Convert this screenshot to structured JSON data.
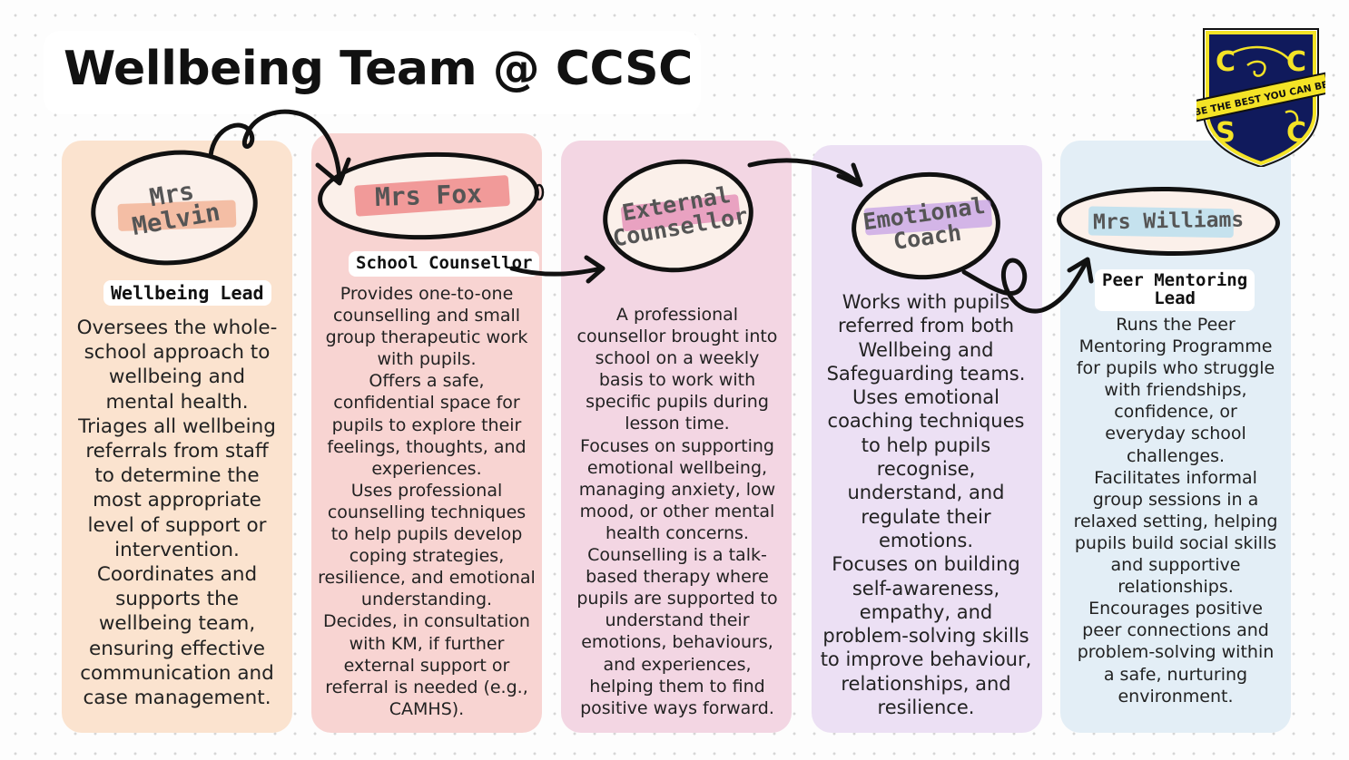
{
  "title": "Wellbeing Team @ CCSC",
  "badge": {
    "letters": [
      "C",
      "C",
      "S",
      "C"
    ],
    "motto": "BE THE BEST YOU CAN BE",
    "colors": {
      "shield": "#101a5c",
      "ribbon": "#f4e326",
      "outline": "#111111"
    }
  },
  "members": [
    {
      "name": "Mrs\nMelvin",
      "role": "Wellbeing Lead",
      "description": "Oversees the whole-\nschool approach to\nwellbeing and\nmental health.\nTriages all wellbeing\nreferrals from staff\nto determine the\nmost appropriate\nlevel of support or\nintervention.\nCoordinates and\nsupports the\nwellbeing team,\nensuring effective\ncommunication and\ncase management.",
      "card_color": "#fbe3cf",
      "accent": "#f2b294"
    },
    {
      "name": "Mrs Fox",
      "role": "School Counsellor",
      "description": "Provides one-to-one\ncounselling and small\ngroup therapeutic work\nwith pupils.\nOffers a safe,\nconfidential space for\npupils to explore their\nfeelings, thoughts, and\nexperiences.\nUses professional\ncounselling techniques\nto help pupils develop\ncoping strategies,\nresilience, and emotional\nunderstanding.\nDecides, in consultation\nwith KM, if further\nexternal support or\nreferral is needed (e.g.,\nCAMHS).",
      "card_color": "#f8d4d2",
      "accent": "#ef8b8b"
    },
    {
      "name": "External\nCounsellor",
      "role": "",
      "description": "A professional\ncounsellor brought into\nschool on a weekly\nbasis to work with\nspecific pupils during\nlesson time.\nFocuses on supporting\nemotional wellbeing,\nmanaging anxiety, low\nmood, or other mental\nhealth concerns.\nCounselling is a talk-\nbased therapy where\npupils are supported to\nunderstand their\nemotions, behaviours,\nand experiences,\nhelping them to find\npositive ways forward.",
      "card_color": "#f3d6e3",
      "accent": "#e58fb6"
    },
    {
      "name": "Emotional\nCoach",
      "role": "",
      "description": "Works with pupils\nreferred from both\nWellbeing and\nSafeguarding teams.\nUses emotional\ncoaching techniques\nto help pupils\nrecognise,\nunderstand, and\nregulate their\nemotions.\nFocuses on building\nself-awareness,\nempathy, and\nproblem-solving skills\nto improve behaviour,\nrelationships, and\nresilience.",
      "card_color": "#ece0f4",
      "accent": "#c6a2e6"
    },
    {
      "name": "Mrs Williams",
      "role": "Peer Mentoring\nLead",
      "description": "Runs the Peer\nMentoring Programme\nfor pupils who struggle\nwith friendships,\nconfidence, or\neveryday school\nchallenges.\nFacilitates informal\ngroup sessions in a\nrelaxed setting, helping\npupils build social skills\nand supportive\nrelationships.\nEncourages positive\npeer connections and\nproblem-solving within\na safe, nurturing\nenvironment.",
      "card_color": "#e3eef6",
      "accent": "#bfe0ee"
    }
  ]
}
